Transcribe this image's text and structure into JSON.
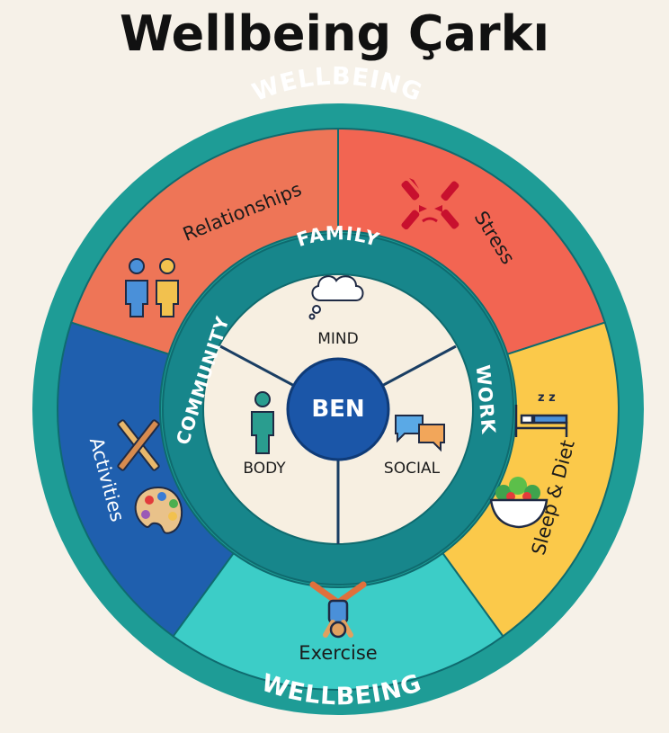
{
  "title": "Wellbeing Çarkı",
  "outer_ring": {
    "top_label": "WELLBEING",
    "bottom_label": "WELLBEING"
  },
  "segments": [
    {
      "label": "Relationships",
      "color": "#ee7557"
    },
    {
      "label": "Stress",
      "color": "#f26552"
    },
    {
      "label": "Sleep & Diet",
      "color": "#fbc94a"
    },
    {
      "label": "Exercise",
      "color": "#3ccdc7"
    },
    {
      "label": "Activities",
      "color": "#1f5fae"
    }
  ],
  "middle_ring": {
    "top_label": "FAMILY",
    "left_label": "COMMUNITY",
    "right_label": "WORK"
  },
  "core": {
    "center_label": "BEN",
    "sections": [
      {
        "label": "MIND",
        "icon": "thought-cloud-icon"
      },
      {
        "label": "BODY",
        "icon": "person-icon"
      },
      {
        "label": "SOCIAL",
        "icon": "chat-bubbles-icon"
      }
    ]
  },
  "colors": {
    "outer_ring": "#1e9c96",
    "middle_ring": "#17868b",
    "core_bg": "#f7efe1",
    "center": "#1b56a8",
    "background": "#f6f1e8"
  },
  "icons": {
    "relationships": "two-people-icon",
    "stress": "angry-face-icon",
    "sleep": "bed-icon",
    "diet": "salad-bowl-icon",
    "exercise": "handstand-icon",
    "activities_tools": "brush-pencil-icon",
    "activities_palette": "paint-palette-icon"
  }
}
